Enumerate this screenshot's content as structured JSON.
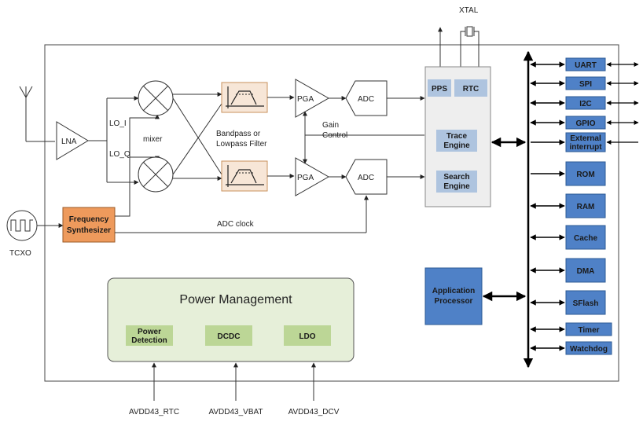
{
  "labels": {
    "xtal": "XTAL",
    "tcxo": "TCXO",
    "lna": "LNA",
    "lo_i": "LO_I",
    "lo_q": "LO_Q",
    "mixer": "mixer",
    "filter_line1": "Bandpass or",
    "filter_line2": "Lowpass Filter",
    "pga": "PGA",
    "adc": "ADC",
    "gain_line1": "Gain",
    "gain_line2": "Control",
    "adc_clock": "ADC clock",
    "freq_line1": "Frequency",
    "freq_line2": "Synthesizer"
  },
  "baseband": {
    "pps": "PPS",
    "rtc": "RTC",
    "trace_line1": "Trace",
    "trace_line2": "Engine",
    "search_line1": "Search",
    "search_line2": "Engine"
  },
  "app_processor": {
    "line1": "Application",
    "line2": "Processor"
  },
  "peripherals": {
    "uart": "UART",
    "spi": "SPI",
    "i2c": "I2C",
    "gpio": "GPIO",
    "ext_line1": "External",
    "ext_line2": "interrupt",
    "rom": "ROM",
    "ram": "RAM",
    "cache": "Cache",
    "dma": "DMA",
    "sflash": "SFlash",
    "timer": "Timer",
    "watchdog": "Watchdog"
  },
  "power": {
    "title": "Power Management",
    "det_line1": "Power",
    "det_line2": "Detection",
    "dcdc": "DCDC",
    "ldo": "LDO",
    "pin_rtc": "AVDD43_RTC",
    "pin_vbat": "AVDD43_VBAT",
    "pin_dcv": "AVDD43_DCV"
  },
  "colors": {
    "block_blue": "#4f81c7",
    "block_blue_border": "#2d5b96",
    "light_blue": "#aec4df",
    "freq_orange": "#ee9a5c",
    "filter_fill": "#f7e6d7",
    "filter_border": "#c9925e",
    "power_fill": "#e6efd9",
    "power_inner": "#bcd696",
    "panel_gray": "#eeeeee"
  }
}
